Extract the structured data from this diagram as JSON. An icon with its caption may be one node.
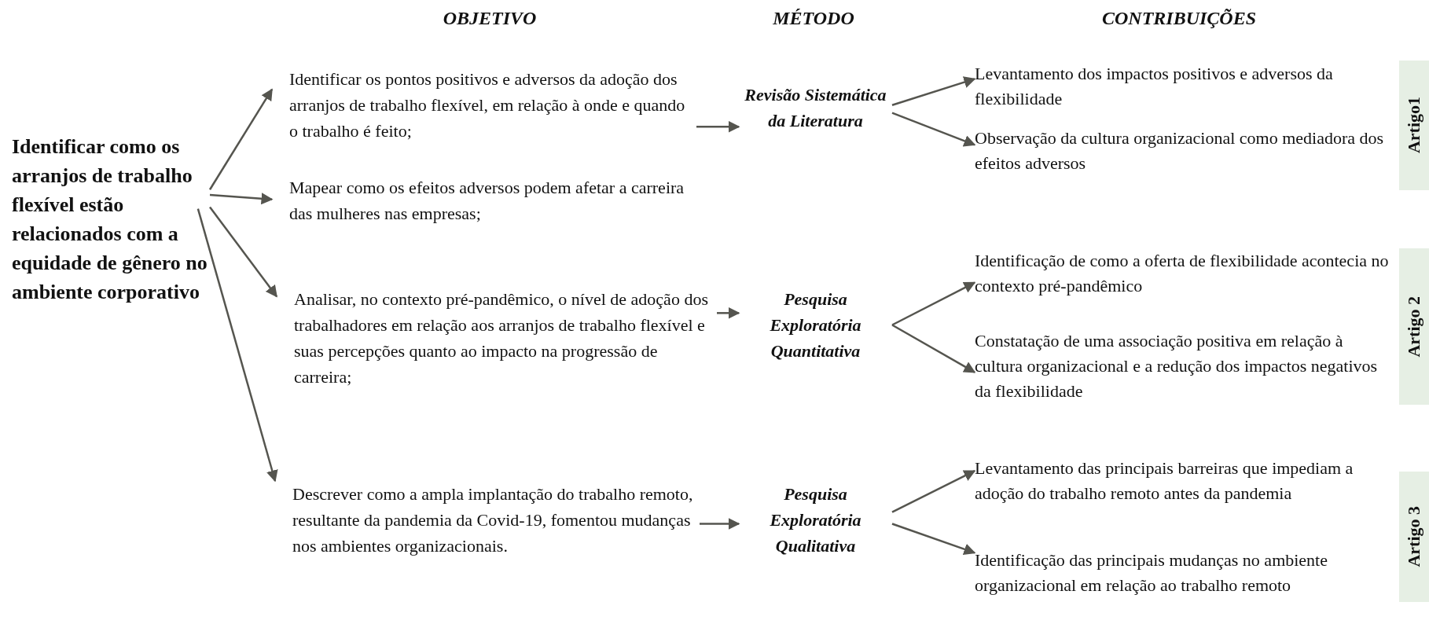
{
  "diagram": {
    "nodes": [
      {
        "text": [
          "Identificar como os arranjos de trabalho flexível estão relacionados com a equidade de gênero no ambiente corporativo"
        ]
      },
      {
        "text": [
          "Identificar os pontos positivos e adversos da adoção dos arranjos de trabalho flexível, em relação à onde e quando o trabalho é feito;"
        ]
      },
      {
        "text": [
          "Mapear como os efeitos adversos podem afetar a carreira das mulheres nas empresas;"
        ]
      },
      {
        "text": [
          "Analisar, no contexto pré-pandêmico, o nível de adoção dos trabalhadores em relação aos arranjos de trabalho flexível e suas percepções quanto ao impacto na progressão de carreira;"
        ]
      },
      {
        "text": [
          "Descrever como a ampla implantação do trabalho remoto, resultante da pandemia da Covid-19, fomentou mudanças nos ambientes organizacionais."
        ]
      },
      {
        "text": [
          "Revisão Sistemática da Literatura"
        ]
      },
      {
        "text": [
          "Pesquisa Exploratória Quantitativa"
        ]
      },
      {
        "text": [
          "Pesquisa Exploratória Qualitativa"
        ]
      },
      {
        "text": [
          "Levantamento dos impactos positivos e adversos da flexibilidade"
        ]
      },
      {
        "text": [
          "Observação da cultura organizacional como mediadora dos efeitos adversos"
        ]
      },
      {
        "text": [
          "Identificação de como a oferta de flexibilidade acontecia no contexto pré-pandêmico"
        ]
      },
      {
        "text": [
          "Constatação de uma associação positiva em relação à cultura organizacional e a redução dos impactos negativos da flexibilidade"
        ]
      },
      {
        "text": [
          "Levantamento das principais barreiras que impediam a adoção do trabalho remoto antes da pandemia"
        ]
      },
      {
        "text": [
          "Identificação das principais mudanças no ambiente organizacional em relação ao trabalho remoto"
        ]
      },
      {
        "text": [
          "Artigo1"
        ]
      },
      {
        "text": [
          "Artigo 2"
        ]
      },
      {
        "text": [
          "Artigo 3"
        ]
      }
    ],
    "edges": [
      {
        "from": 0,
        "to": 1,
        "arrow": "to"
      },
      {
        "from": 0,
        "to": 2,
        "arrow": "to"
      },
      {
        "from": 0,
        "to": 3,
        "arrow": "to"
      },
      {
        "from": 0,
        "to": 4,
        "arrow": "to"
      },
      {
        "from": 1,
        "to": 5,
        "arrow": "to"
      },
      {
        "from": 3,
        "to": 6,
        "arrow": "to"
      },
      {
        "from": 4,
        "to": 7,
        "arrow": "to"
      },
      {
        "from": 5,
        "to": 8,
        "arrow": "to"
      },
      {
        "from": 5,
        "to": 9,
        "arrow": "to"
      },
      {
        "from": 6,
        "to": 10,
        "arrow": "to"
      },
      {
        "from": 6,
        "to": 11,
        "arrow": "to"
      },
      {
        "from": 7,
        "to": 12,
        "arrow": "to"
      },
      {
        "from": 7,
        "to": 13,
        "arrow": "to"
      }
    ],
    "labels": [
      "OBJETIVO",
      "MÉTODO",
      "CONTRIBUIÇÕES"
    ]
  }
}
